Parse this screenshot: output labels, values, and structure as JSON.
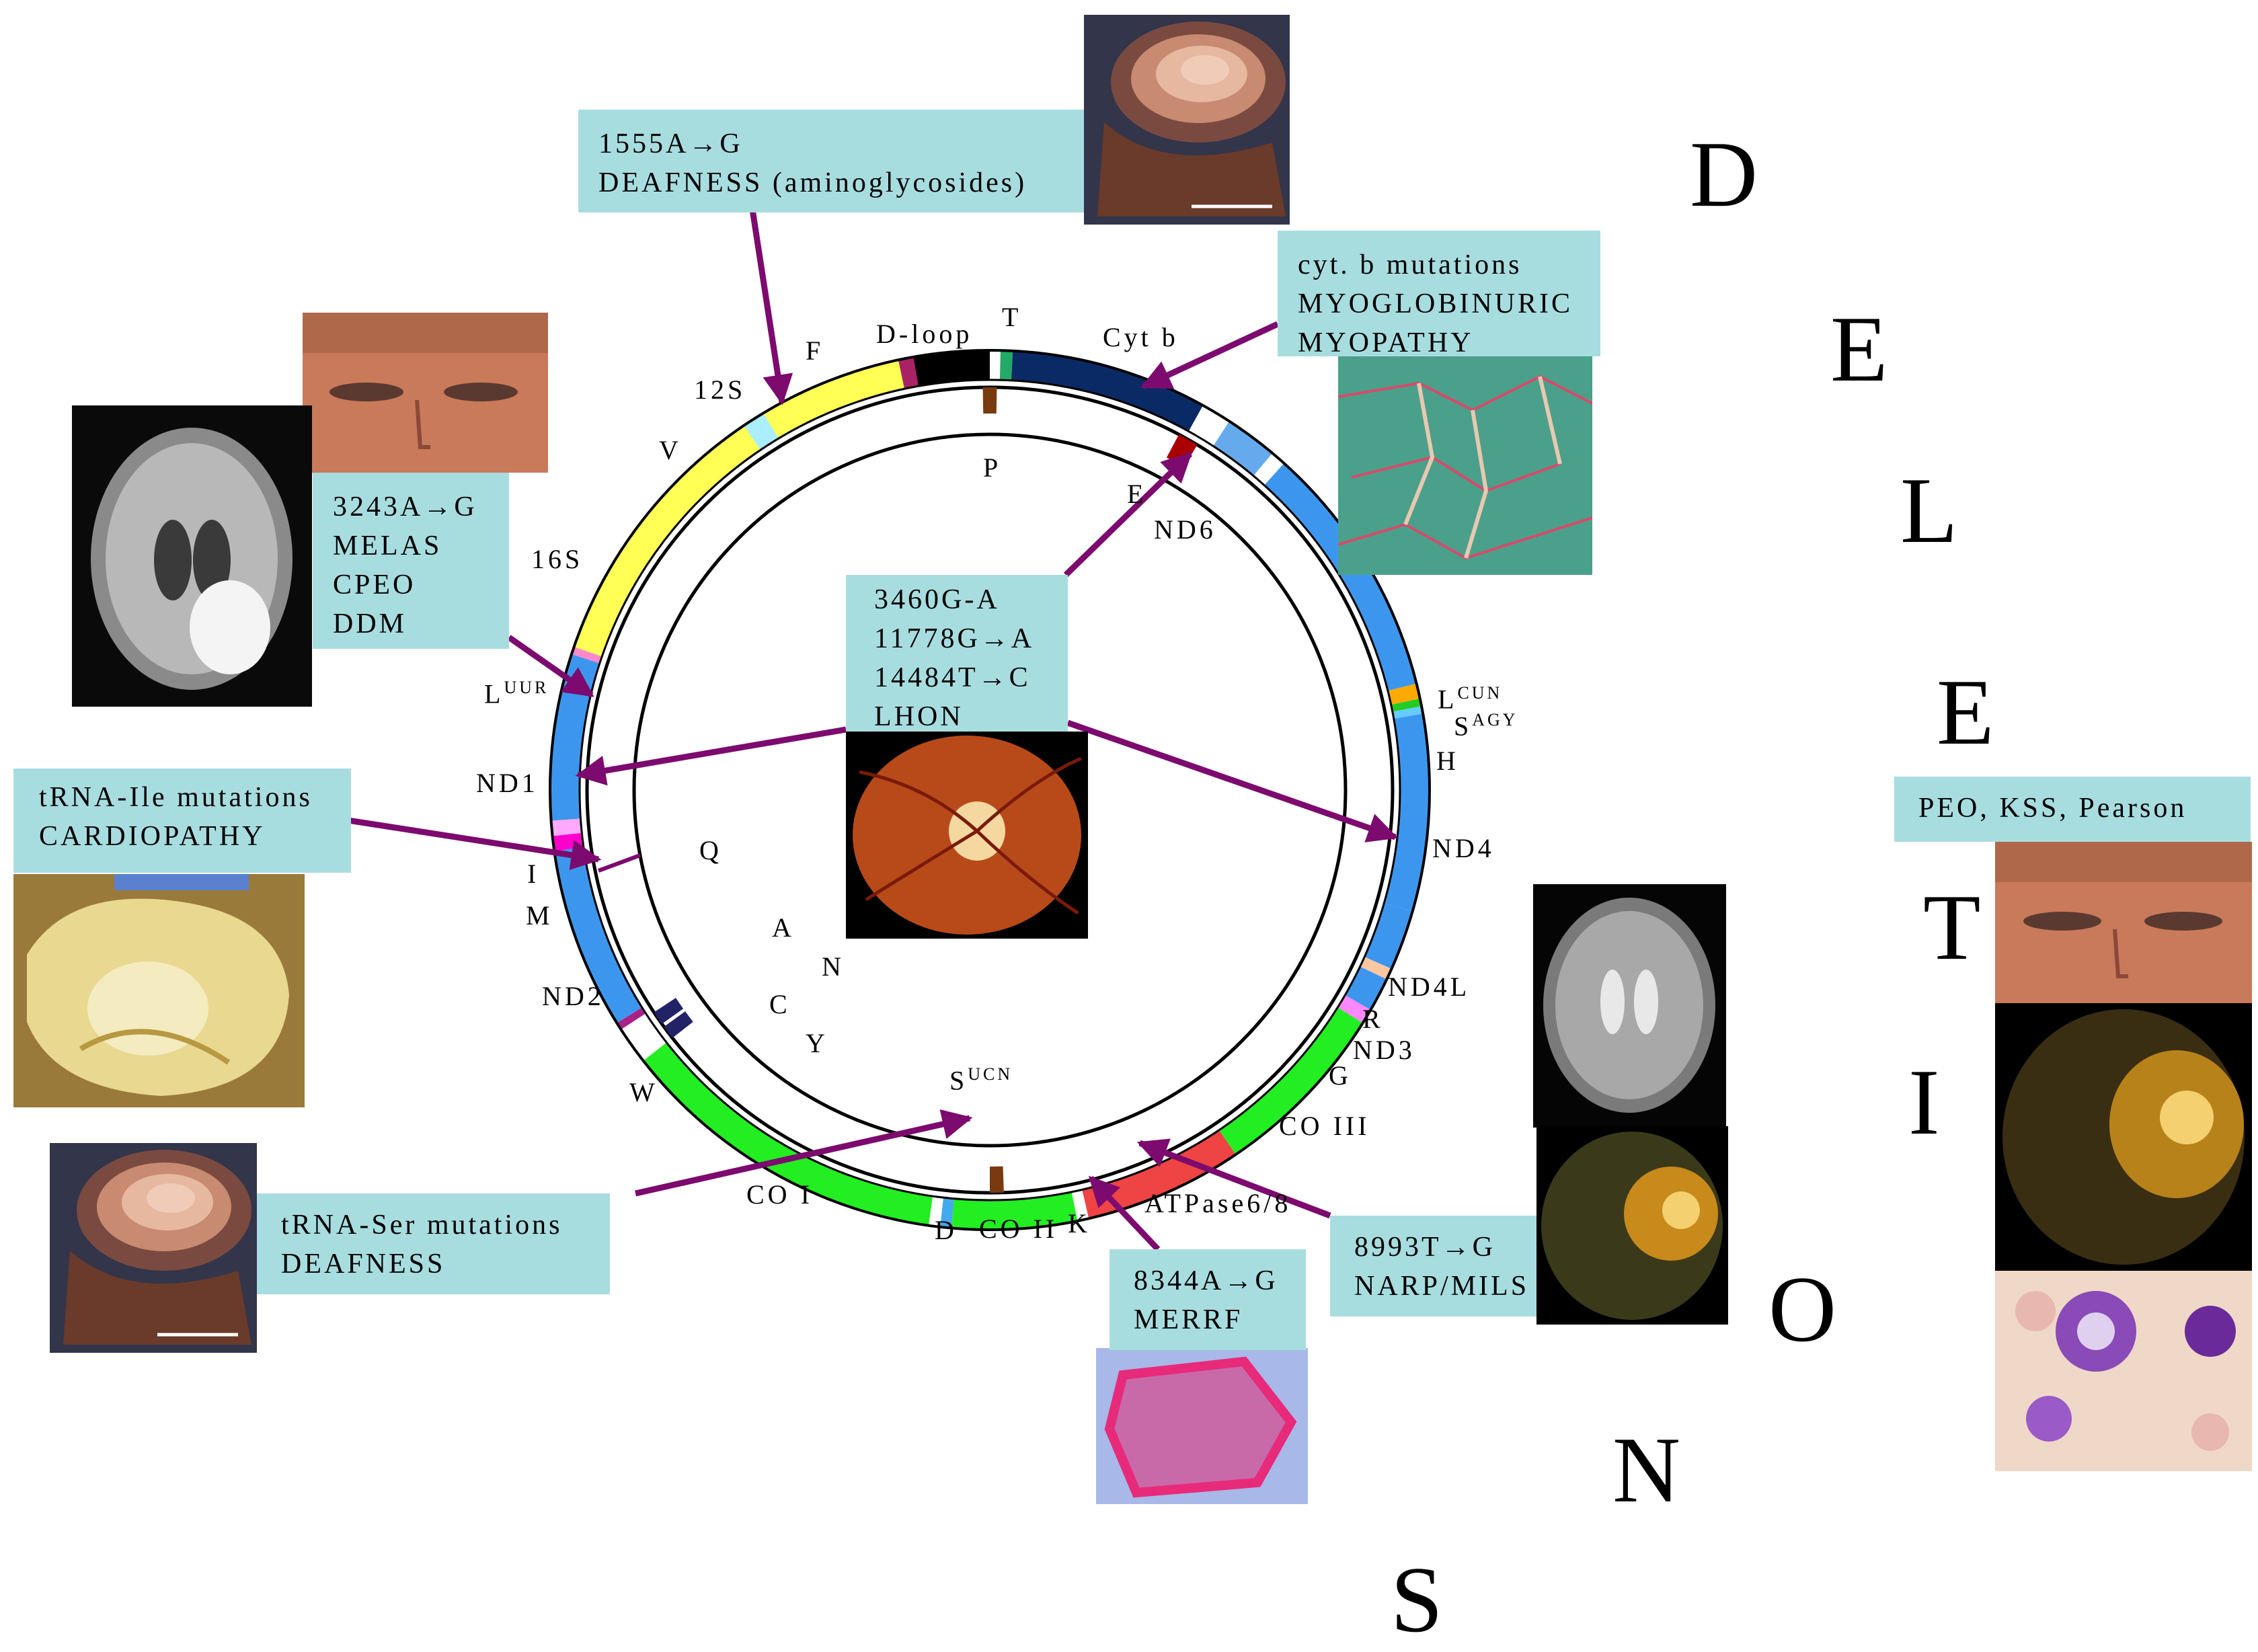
{
  "genes": {
    "dloop": "D-loop",
    "t": "T",
    "cytb": "Cyt b",
    "f": "F",
    "s12": "12S",
    "v": "V",
    "s16": "16S",
    "luur_base": "L",
    "luur_sup": "UUR",
    "nd1": "ND1",
    "i": "I",
    "m": "M",
    "nd2": "ND2",
    "w": "W",
    "coi": "CO I",
    "d": "D",
    "coii": "CO II",
    "k": "K",
    "atpase": "ATPase6/8",
    "coiii": "CO III",
    "g": "G",
    "nd3": "ND3",
    "r": "R",
    "nd4l": "ND4L",
    "nd4": "ND4",
    "h": "H",
    "lcun_base": "L",
    "lcun_sup": "CUN",
    "sagy_base": "S",
    "sagy_sup": "AGY",
    "e": "E",
    "nd6": "ND6",
    "p": "P",
    "q": "Q",
    "a": "A",
    "n": "N",
    "c": "C",
    "y": "Y",
    "sucn_base": "S",
    "sucn_sup": "UCN"
  },
  "boxes": {
    "deafness_12s": [
      "1555A→G",
      "DEAFNESS (aminoglycosides)"
    ],
    "cytb": [
      "cyt. b mutations",
      "MYOGLOBINURIC",
      "MYOPATHY"
    ],
    "melas": [
      "3243A→G",
      "MELAS",
      "CPEO",
      "DDM"
    ],
    "lhon": [
      "3460G-A",
      "11778G→A",
      "14484T→C",
      "LHON"
    ],
    "trna_ile": [
      "tRNA-Ile mutations",
      "CARDIOPATHY"
    ],
    "trna_ser": [
      "tRNA-Ser mutations",
      "DEAFNESS"
    ],
    "merrf": [
      "8344A→G",
      "MERRF"
    ],
    "narp": [
      "8993T→G",
      "NARP/MILS"
    ],
    "deletion": [
      "PEO, KSS, Pearson"
    ]
  },
  "deletion_letters": [
    "D",
    "E",
    "L",
    "E",
    "T",
    "I",
    "O",
    "N",
    "S"
  ],
  "colors": {
    "box": "#a8dde0",
    "arrow": "#7d0a6e",
    "rrna": "#ffff55",
    "protein": "#3d96ee",
    "cytb": "#0a2a66",
    "dloop": "#000000",
    "complex4": "#22ee22",
    "atpase": "#ee4444",
    "trna_marker": "#7a3a10"
  }
}
